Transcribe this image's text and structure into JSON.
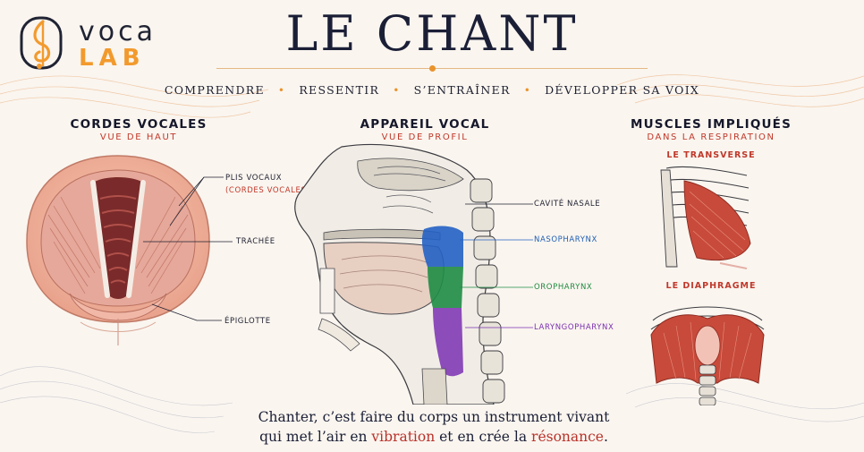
{
  "logo": {
    "line1": "voca",
    "line2": "LAB"
  },
  "title": "LE CHANT",
  "nav": [
    "COMPRENDRE",
    "RESSENTIR",
    "S’ENTRAÎNER",
    "DÉVELOPPER SA VOIX"
  ],
  "sections": {
    "cords": {
      "title": "CORDES VOCALES",
      "subtitle": "VUE DE HAUT",
      "labels": {
        "folds": "PLIS VOCAUX",
        "folds_note": "(CORDES VOCALES)",
        "trachea": "TRACHÉE",
        "epiglottis": "ÉPIGLOTTE"
      }
    },
    "tract": {
      "title": "APPAREIL VOCAL",
      "subtitle": "VUE DE PROFIL",
      "labels": {
        "nasal": "CAVITÉ NASALE",
        "naso": "NASOPHARYNX",
        "oro": "OROPHARYNX",
        "laryngo": "LARYNGOPHARYNX"
      }
    },
    "muscles": {
      "title": "MUSCLES IMPLIQUÉS",
      "subtitle": "DANS LA RESPIRATION",
      "transverse": "LE TRANSVERSE",
      "diaphragm": "LE DIAPHRAGME"
    }
  },
  "quote": {
    "line1": "Chanter, c’est faire du corps un instrument vivant",
    "line2_a": "qui met l’air en ",
    "line2_b": "vibration",
    "line2_c": " et en crée la ",
    "line2_d": "résonance",
    "line2_e": "."
  },
  "colors": {
    "accent": "#e9932c",
    "red": "#c0392b",
    "navy": "#1b1f36",
    "naso": "#2460c4",
    "oro": "#1e8c45",
    "laryngo": "#7a2fb0"
  }
}
